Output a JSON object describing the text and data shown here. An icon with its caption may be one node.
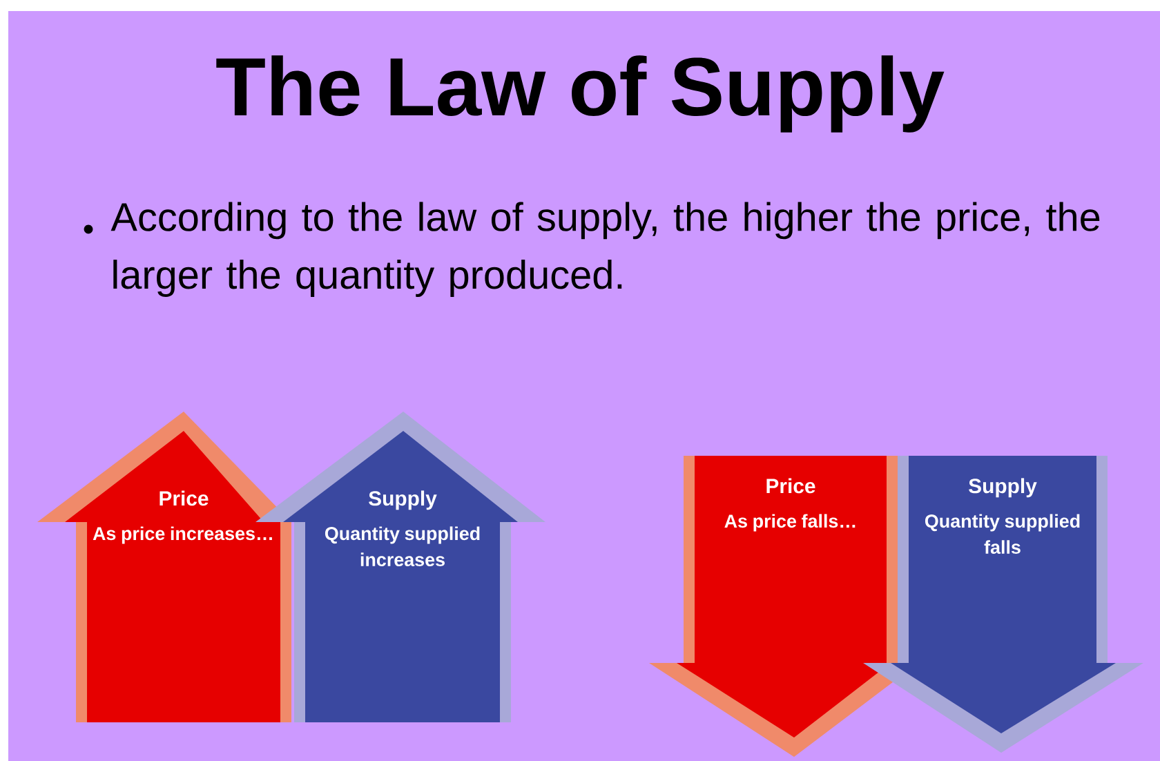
{
  "diagram": {
    "title": "The Law of Supply",
    "nodes": [
      {
        "text": [
          "Price",
          "As price increases…"
        ]
      },
      {
        "text": [
          "Supply",
          "Quantity supplied increases"
        ]
      },
      {
        "text": [
          "Price",
          "As price falls…"
        ]
      },
      {
        "text": [
          "Supply",
          "Quantity supplied falls"
        ]
      }
    ],
    "labels": [
      "According to the law of supply, the higher the price, the larger the quantity produced."
    ]
  }
}
